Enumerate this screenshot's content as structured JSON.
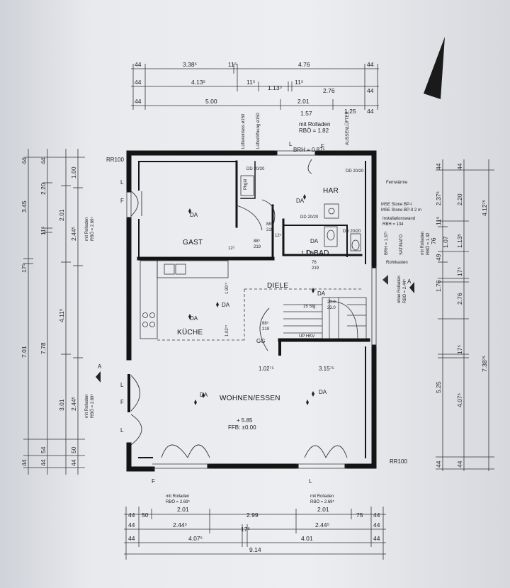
{
  "rooms": {
    "gast": "GAST",
    "har": "HAR",
    "kueche": "KÜCHE",
    "diele": "DIELE",
    "dbad": "D-BAD",
    "wohnen": "WOHNEN/ESSEN"
  },
  "labels": {
    "da": "DA",
    "rr100_top": "RR100",
    "rr100_bottom": "RR100",
    "rolladen_top": "mit Rolladen",
    "rbo_top": "RBÖ = 1.82",
    "brh": "BRH = 0.87⁵",
    "luefter1": "Lüftereinlass ø150",
    "luefter2": "Lüfteröffnung ø150",
    "aussen": "AUSSENLÜFTER",
    "dd1": "DD 20/20",
    "dd2": "DD 20/20",
    "dd3": "DD 20/20",
    "dd4": "DD 20/20",
    "pkt": "Pkgät",
    "fernwaerme": "Fernwärme",
    "install1": "MSE Stone BP-I",
    "install2": "MSE Stone BP-II 2 m",
    "installwand": "Installationswand",
    "rbh": "RBH = 134",
    "satnet": "SAT/NATO",
    "brh2": "BRH = 1.37⁵",
    "rohrkasten": "Rohrkasten",
    "stairs": "15 Stg.",
    "stairs_dim": "20.0",
    "stairs_dim2": "23.0",
    "up_hkv": "UP HKV",
    "gg": "GG",
    "ffb": "+ 5.85",
    "ffb2": "FFB: ±0.00",
    "door_gast": "88⁵",
    "door_gast2": "219",
    "door_har": "88⁵",
    "door_har2": "219",
    "door_kueche": "88⁵",
    "door_kueche2": "219",
    "door_bad": "76",
    "door_bad2": "219",
    "door_12_1": "12⁵",
    "door_12_2": "12⁵",
    "bad_112": "1.12⁵",
    "kueche_190": "1.90⁷⁵",
    "kueche_102": "1.02⁷⁵",
    "wohn_102": "1.02⁷⁵",
    "wohn_315": "3.15⁷⁵",
    "ohne_rolladen": "ohne Rolladen",
    "ohne_rbo": "RBÖ = 2.44⁵",
    "rol_r1": "mit Rolladen",
    "rol_r1b": "RBÖ = 1.32",
    "rol_l1": "mit Rolladen",
    "rol_l1b": "RBÖ = 2.69⁵",
    "rol_l2": "mit Rolladen",
    "rol_l2b": "RBÖ = 2.69⁵",
    "rol_b1": "mit Rolladen",
    "rol_b1b": "RBÖ = 2.69⁵",
    "rol_b2": "mit Rolladen",
    "rol_b2b": "RBÖ = 2.69⁵",
    "a_left": "A",
    "a_right": "A",
    "f_top": "F",
    "l_top": "L",
    "f_left1": "F",
    "l_left1": "L",
    "f_left2": "F",
    "l_left2": "L",
    "l_left3": "L",
    "f_left3": "F",
    "l_right": "L"
  },
  "dims_top": {
    "row1": [
      "44",
      "3.38⁵",
      "11⁵",
      "4.76",
      "44"
    ],
    "row2": [
      "44",
      "4.13⁵",
      "11⁵",
      "1.13⁵",
      "11⁵",
      "2.76",
      "44"
    ],
    "row3": [
      "44",
      "5.00",
      "2.01",
      "1.57",
      "1.25",
      "44"
    ]
  },
  "dims_bottom": {
    "row1": [
      "44",
      "50",
      "2.01",
      "2.99",
      "2.01",
      "75",
      "44"
    ],
    "row2": [
      "44",
      "2.44⁵",
      "2.44⁵",
      "44"
    ],
    "row3": [
      "44",
      "4.07⁵",
      "17⁵",
      "4.01",
      "44"
    ],
    "row4": [
      "9.14"
    ]
  },
  "dims_left": {
    "col1": [
      "7.01",
      "17⁵",
      "3.45",
      "44"
    ],
    "col2": [
      "7.78",
      "11⁵",
      "2.20",
      "44"
    ],
    "col3": [
      "2.01",
      "4.11⁵",
      "3.01",
      "54",
      "44"
    ],
    "col4": [
      "1.00",
      "2.44⁵",
      "2.44⁵",
      "50",
      "44",
      "44"
    ]
  },
  "dims_right": {
    "col1": [
      "44",
      "2.37⁵",
      "11⁵",
      "1.07",
      "49",
      "76",
      "1.76",
      "17⁵",
      "5.25",
      "44"
    ],
    "col2": [
      "44",
      "2.20",
      "1.13⁵",
      "17⁵",
      "2.76",
      "4.07⁵",
      "44"
    ],
    "col3": [
      "4.12⁷⁵",
      "7.38⁷⁵"
    ]
  }
}
